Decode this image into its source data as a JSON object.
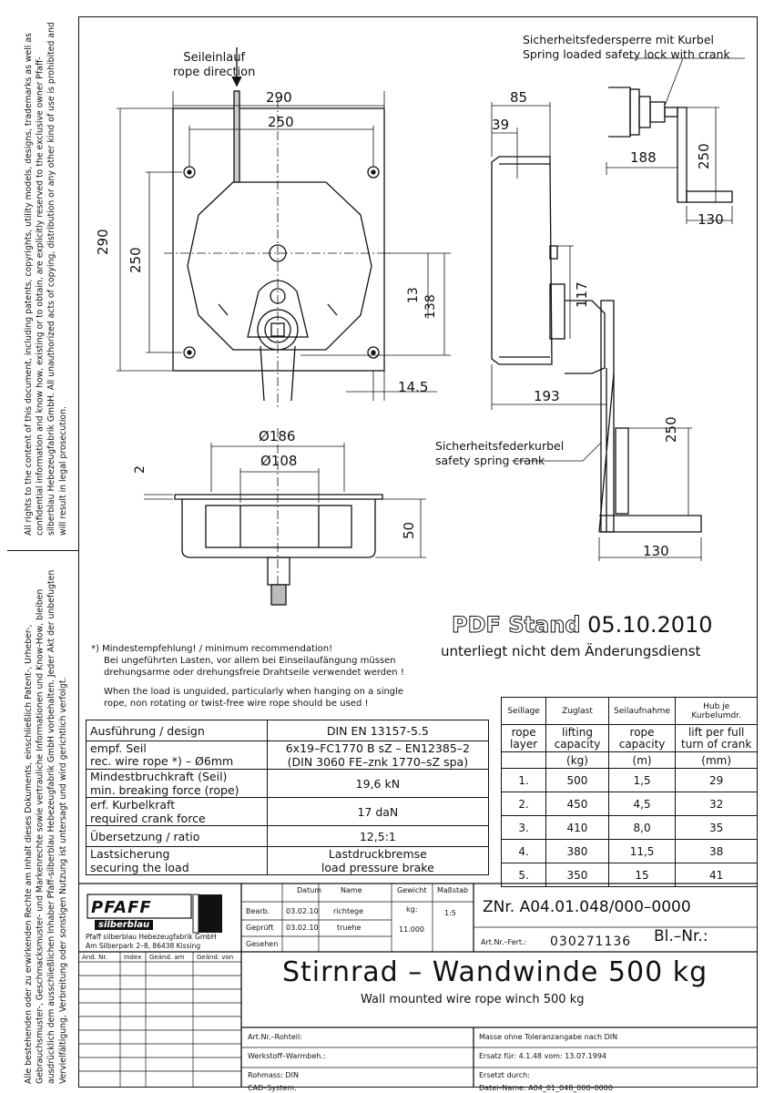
{
  "side_text": {
    "english": "All rights to the content of this document, including patents, copyrights, utility models, designs, trademarks as well as confidential information and know how, existing or to obtain, are explicitly reserved to the exclusive owner Pfaff-silberblau Hebezeugfabrik GmbH. All unauthorized acts of copying, distribution or any other kind of use is prohibited and will result in legal prosecution.",
    "german": "Alle bestehenden oder zu erwirkenden Rechte am Inhalt dieses Dokuments, einschließlich Patent-, Urheber-, Gebrauchsmuster-, Geschmacksmuster- und Markenrechte sowie vertrauliche Informationen und Know-How, bleiben ausdrücklich dem ausschließlichen Inhaber Pfaff-silberblau Hebezeugfabrik GmbH vorbehalten. Jeder Akt der unbefugten Vervielfältigung, Verbreitung oder sonstigen Nutzung ist untersagt und wird gerichtlich verfolgt."
  },
  "drawing": {
    "rope_in_de": "Seileinlauf",
    "rope_in_en": "rope direction",
    "dim_290_top": "290",
    "dim_250_top": "250",
    "dim_290_left": "290",
    "dim_250_left": "250",
    "dim_13": "13",
    "dim_138": "138",
    "dim_14_5": "14.5",
    "dim_186": "Ø186",
    "dim_108": "Ø108",
    "dim_2": "2",
    "dim_50": "50",
    "dim_85": "85",
    "dim_39": "39",
    "dim_117": "117",
    "dim_193": "193",
    "dim_250_right": "250",
    "dim_130_right": "130",
    "dim_188": "188",
    "dim_250_crank": "250",
    "dim_130_crank": "130",
    "lock_de": "Sicherheitsfedersperre mit Kurbel",
    "lock_en": "Spring loaded safety lock with crank",
    "crank_de": "Sicherheitsfederkurbel",
    "crank_en": "safety spring crank"
  },
  "stamp": {
    "pdf_stand": "PDF Stand",
    "date": "05.10.2010",
    "subtitle": "unterliegt nicht dem Änderungsdienst"
  },
  "notes": {
    "de1": "*) Mindestempfehlung! / minimum recommendation!",
    "de2": "Bei ungeführten Lasten, vor allem bei Einseilaufängung müssen",
    "de3": "drehungsarme oder drehungsfreie Drahtseile verwendet werden !",
    "en1": "When the load is unguided, particularly when hanging on a single",
    "en2": "rope, non rotating or twist-free wire rope should be used !"
  },
  "spec": {
    "design_label": "Ausführung / design",
    "design_value": "DIN EN 13157-5.5",
    "rope_label_de": "empf. Seil",
    "rope_label_en": "rec. wire rope",
    "rope_dia": "*) – Ø6mm",
    "rope_value1": "6x19–FC1770 B sZ – EN12385–2",
    "rope_value2": "(DIN 3060 FE–znk 1770–sZ spa)",
    "break_de": "Mindestbruchkraft (Seil)",
    "break_en": "min. breaking force (rope)",
    "break_value": "19,6 kN",
    "crank_de": "erf. Kurbelkraft",
    "crank_en": "required crank force",
    "crank_value": "17 daN",
    "ratio_label": "Übersetzung / ratio",
    "ratio_value": "12,5:1",
    "load_de": "Lastsicherung",
    "load_en": "securing the load",
    "load_value_de": "Lastdruckbremse",
    "load_value_en": "load pressure brake"
  },
  "capacity": {
    "headers_de": [
      "Seillage",
      "Zuglast",
      "Seilaufnahme",
      "Hub je Kurbelumdr."
    ],
    "headers_en": [
      "rope layer",
      "lifting capacity",
      "rope capacity",
      "lift per full turn of crank"
    ],
    "units": [
      "",
      "(kg)",
      "(m)",
      "(mm)"
    ],
    "rows": [
      [
        "1.",
        "500",
        "1,5",
        "29"
      ],
      [
        "2.",
        "450",
        "4,5",
        "32"
      ],
      [
        "3.",
        "410",
        "8,0",
        "35"
      ],
      [
        "4.",
        "380",
        "11,5",
        "38"
      ],
      [
        "5.",
        "350",
        "15",
        "41"
      ]
    ]
  },
  "title_block": {
    "logo": "PFAFF",
    "logo_sub": "silberblau",
    "company": "Pfaff silberblau Hebezeugfabrik GmbH",
    "address": "Am Silberpark 2–8, 86438 Kissing",
    "col_datum": "Datum",
    "col_name": "Name",
    "col_gewicht": "Gewicht",
    "col_massstab": "Maßstab",
    "row_bearb": "Bearb.",
    "row_gepr": "Geprüft",
    "row_gesehen": "Gesehen",
    "bearb_date": "03.02.10",
    "bearb_name": "richtege",
    "gepr_date": "03.02.10",
    "gepr_name": "truehe",
    "weight_unit": "kg:",
    "weight_value": "11.000",
    "scale": "1:5",
    "znr": "ZNr. A04.01.048/000–0000",
    "artnr_label": "Art.Nr.–Fert.:",
    "artnr_value": "030271136",
    "bl_nr": "Bl.–Nr.:",
    "rev_cols": [
      "And. Nr.",
      "Index",
      "Geänd. am",
      "Geänd. von"
    ],
    "title_de": "Stirnrad – Wandwinde 500 kg",
    "title_en": "Wall mounted wire rope winch 500 kg",
    "rohteil": "Art.Nr.–Rohteil:",
    "werkstoff": "Werkstoff–Warmbeh.:",
    "rohmass": "Rohmass: DIN",
    "cad": "CAD–System:",
    "masse": "Masse ohne Toleranzangabe nach DIN",
    "ersatz": "Ersatz für: 4.1.48 vom: 13.07.1994",
    "ersetzt": "Ersetzt durch:",
    "datei": "Datei–Name: A04_01_048_000–0000"
  }
}
